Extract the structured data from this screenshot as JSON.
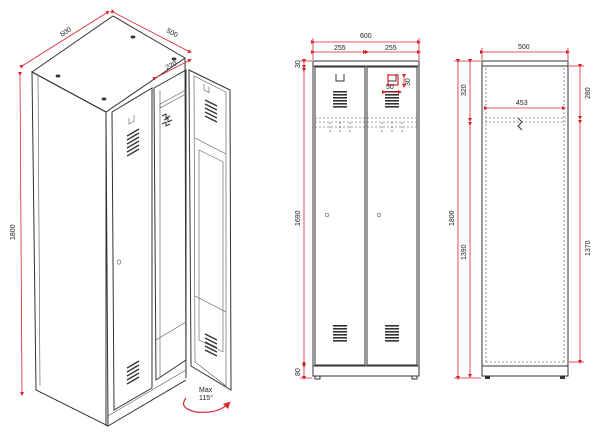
{
  "isometric": {
    "width_label": "600",
    "depth_label": "500",
    "height_label": "1800",
    "compartment_label": "220",
    "swing_label_line1": "Max",
    "swing_label_line2": "115°"
  },
  "front": {
    "total_width": "600",
    "left_width": "255",
    "right_width": "255",
    "top_gap": "30",
    "door_height": "1690",
    "plinth": "80",
    "slot_width": "50",
    "slot_height": "30"
  },
  "side": {
    "depth": "500",
    "inner_depth": "453",
    "top_left": "320",
    "top_right": "280",
    "total_height": "1800",
    "lower_left": "1390",
    "lower_right": "1370"
  }
}
